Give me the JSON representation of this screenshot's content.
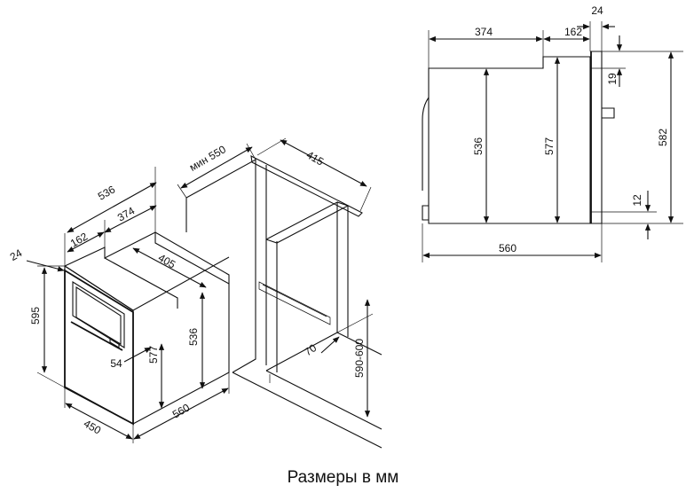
{
  "caption": "Размеры в мм",
  "side_view": {
    "top_depth": "374",
    "top_step": "162",
    "front_thickness": "24",
    "body_depth": "560",
    "inner_height": "536",
    "body_height": "577",
    "front_height": "582",
    "top_gap": "19",
    "bottom_gap": "12"
  },
  "iso_view": {
    "front_thickness": "24",
    "depth_total": "536",
    "depth_top": "374",
    "step": "162",
    "top_width": "405",
    "height_front": "595",
    "height_body": "536",
    "height_inner": "577",
    "handle_offset": "54",
    "width_front": "450",
    "width_body": "560",
    "cabinet_min": "мин 550",
    "cabinet_depth": "415",
    "niche_height": "590-600",
    "vent": "70"
  }
}
